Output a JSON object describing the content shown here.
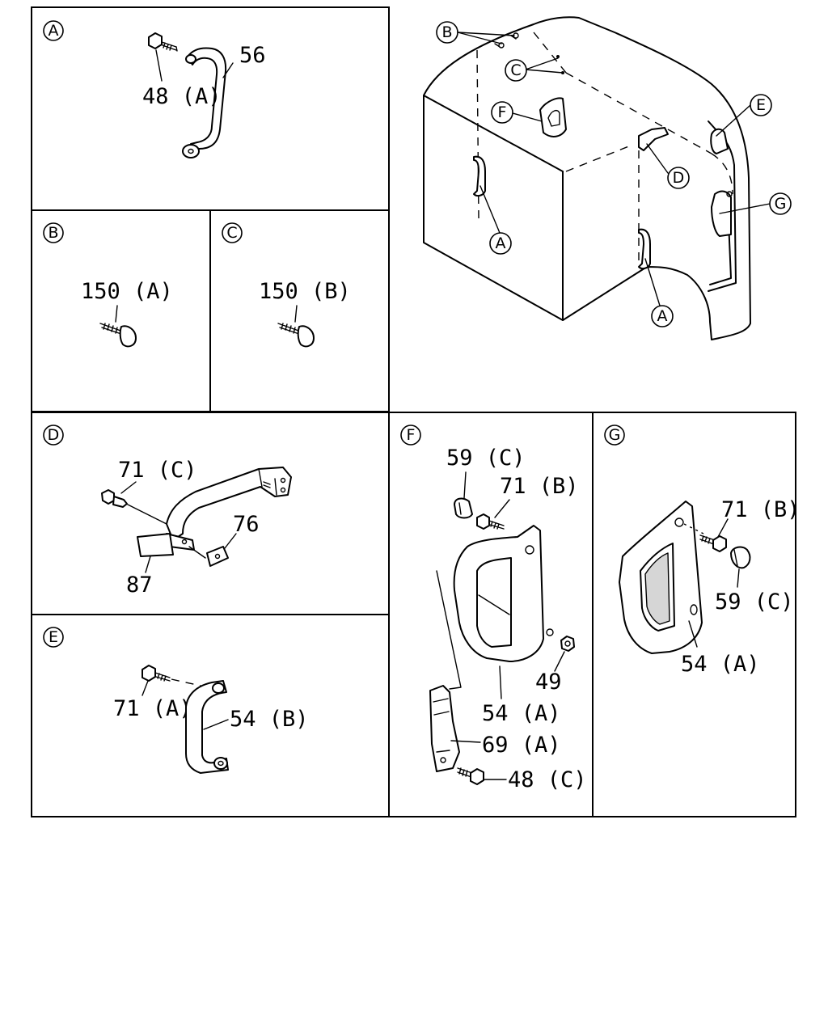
{
  "panels": {
    "A": {
      "marker": "A",
      "parts": [
        "48 (A)",
        "56"
      ]
    },
    "B": {
      "marker": "B",
      "parts": [
        "150 (A)"
      ]
    },
    "C": {
      "marker": "C",
      "parts": [
        "150 (B)"
      ]
    },
    "D": {
      "marker": "D",
      "parts": [
        "71 (C)",
        "76",
        "87"
      ]
    },
    "E": {
      "marker": "E",
      "parts": [
        "71 (A)",
        "54 (B)"
      ]
    },
    "F": {
      "marker": "F",
      "parts": [
        "59 (C)",
        "71 (B)",
        "49",
        "54 (A)",
        "69 (A)",
        "48 (C)"
      ]
    },
    "G": {
      "marker": "G",
      "parts": [
        "71 (B)",
        "59 (C)",
        "54 (A)"
      ]
    }
  },
  "overview": {
    "callouts": [
      "B",
      "C",
      "F",
      "E",
      "D",
      "G",
      "A",
      "A"
    ]
  }
}
